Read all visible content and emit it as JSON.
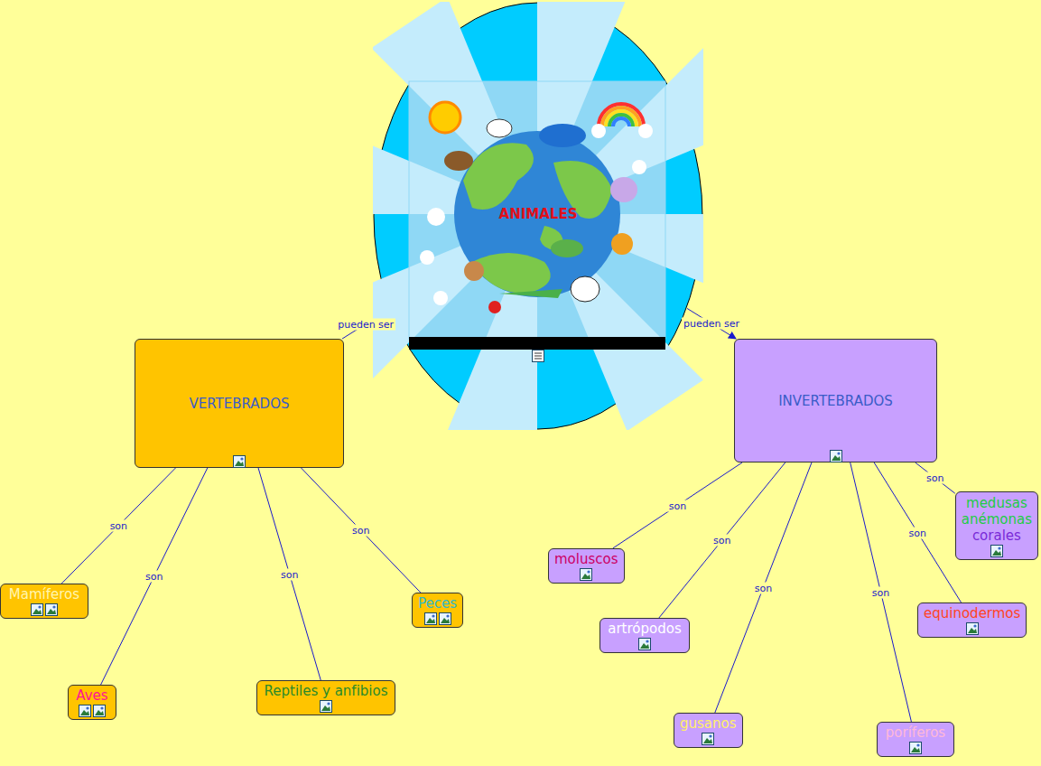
{
  "diagram": {
    "nodes": [
      {
        "text": [
          "ANIMALES"
        ]
      },
      {
        "text": [
          "VERTEBRADOS"
        ]
      },
      {
        "text": [
          "INVERTEBRADOS"
        ]
      },
      {
        "text": [
          "Mamíferos"
        ]
      },
      {
        "text": [
          "Aves"
        ]
      },
      {
        "text": [
          "Reptiles y anfibios"
        ]
      },
      {
        "text": [
          "Peces"
        ]
      },
      {
        "text": [
          "moluscos"
        ]
      },
      {
        "text": [
          "artrópodos"
        ]
      },
      {
        "text": [
          "gusanos"
        ]
      },
      {
        "text": [
          "poríferos"
        ]
      },
      {
        "text": [
          "equinodermos"
        ]
      },
      {
        "text": [
          "medusas",
          "anémonas",
          "corales"
        ]
      }
    ],
    "edges": [
      {
        "from": 0,
        "to": 1,
        "label": "pueden ser",
        "arrow": "none"
      },
      {
        "from": 0,
        "to": 2,
        "label": "pueden ser",
        "arrow": "to"
      },
      {
        "from": 1,
        "to": 3,
        "label": "son",
        "arrow": "none"
      },
      {
        "from": 1,
        "to": 4,
        "label": "son",
        "arrow": "none"
      },
      {
        "from": 1,
        "to": 5,
        "label": "son",
        "arrow": "none"
      },
      {
        "from": 1,
        "to": 6,
        "label": "son",
        "arrow": "none"
      },
      {
        "from": 2,
        "to": 7,
        "label": "son",
        "arrow": "none"
      },
      {
        "from": 2,
        "to": 8,
        "label": "son",
        "arrow": "none"
      },
      {
        "from": 2,
        "to": 9,
        "label": "son",
        "arrow": "none"
      },
      {
        "from": 2,
        "to": 10,
        "label": "son",
        "arrow": "none"
      },
      {
        "from": 2,
        "to": 11,
        "label": "son",
        "arrow": "none"
      },
      {
        "from": 2,
        "to": 12,
        "label": "son",
        "arrow": "none"
      }
    ]
  }
}
